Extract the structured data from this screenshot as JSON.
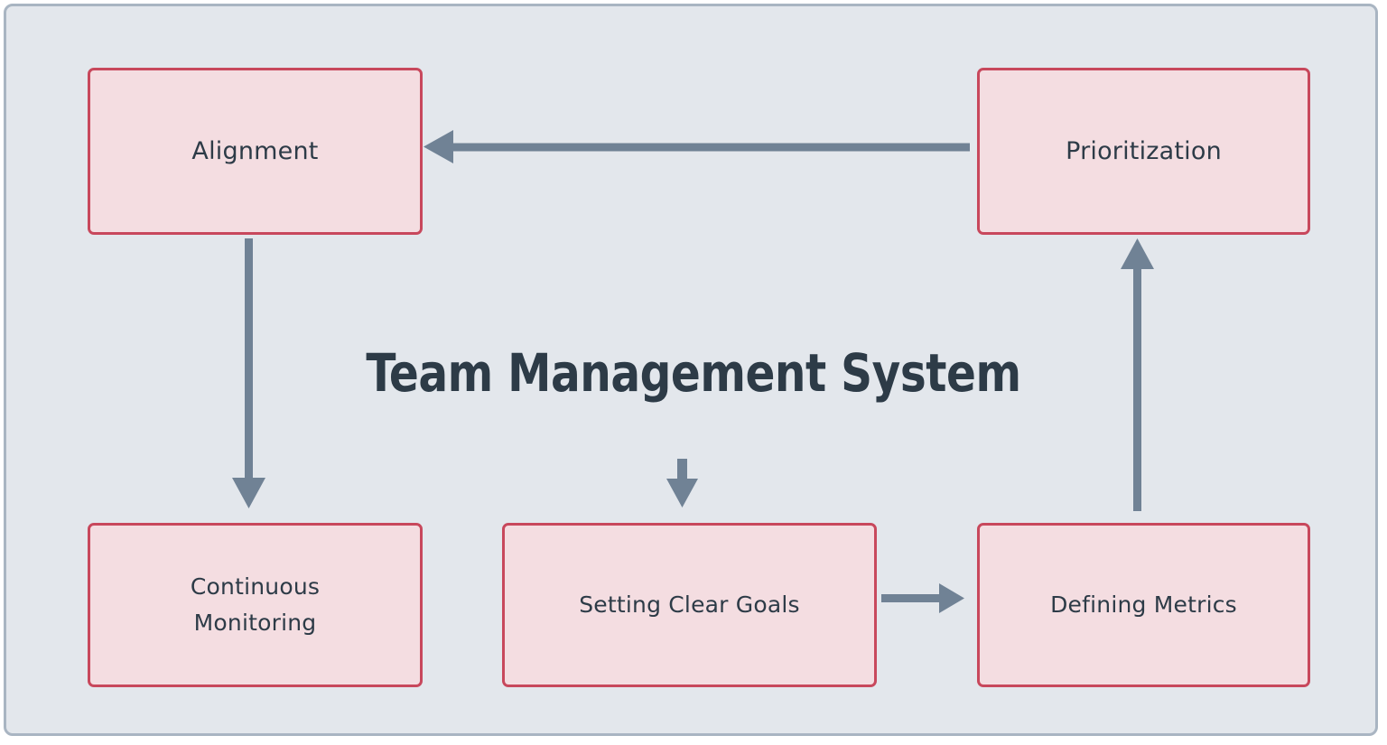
{
  "diagram": {
    "title": "Team Management System",
    "background_color": "#e3e7ec",
    "frame_border_color": "#a9b5c2",
    "node_fill_color": "#f4dde1",
    "node_border_color": "#c8485c",
    "text_color": "#2d3b47",
    "arrow_color": "#708295",
    "nodes": [
      {
        "id": "alignment",
        "label": "Alignment"
      },
      {
        "id": "prioritization",
        "label": "Prioritization"
      },
      {
        "id": "monitoring",
        "label": "Continuous\nMonitoring"
      },
      {
        "id": "goals",
        "label": "Setting Clear Goals"
      },
      {
        "id": "metrics",
        "label": "Defining Metrics"
      }
    ],
    "connections": [
      {
        "id": "prioritization-to-alignment",
        "from": "prioritization",
        "to": "alignment",
        "direction": "left"
      },
      {
        "id": "alignment-to-monitoring",
        "from": "alignment",
        "to": "monitoring",
        "direction": "down"
      },
      {
        "id": "into-goals",
        "from": "",
        "to": "goals",
        "direction": "down"
      },
      {
        "id": "goals-to-metrics",
        "from": "goals",
        "to": "metrics",
        "direction": "right"
      },
      {
        "id": "metrics-to-prioritization",
        "from": "metrics",
        "to": "prioritization",
        "direction": "up"
      }
    ]
  }
}
